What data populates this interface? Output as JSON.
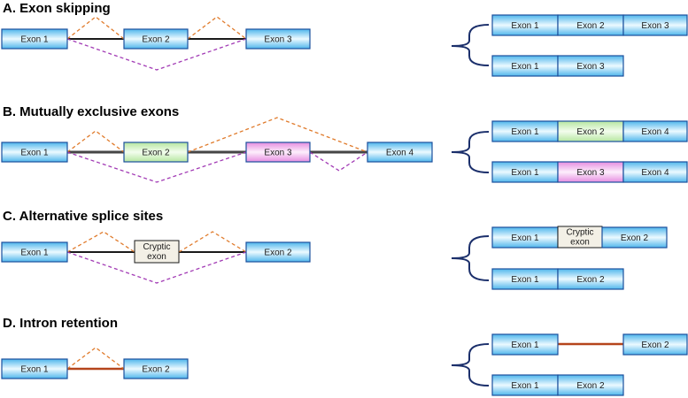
{
  "sections": [
    {
      "id": "A",
      "title": "A. Exon skipping"
    },
    {
      "id": "B",
      "title": "B. Mutually exclusive exons"
    },
    {
      "id": "C",
      "title": "C. Alternative splice sites"
    },
    {
      "id": "D",
      "title": "D. Intron retention"
    }
  ],
  "labels": {
    "exon1": "Exon 1",
    "exon2": "Exon 2",
    "exon3": "Exon 3",
    "exon4": "Exon 4",
    "cryptic_line1": "Cryptic",
    "cryptic_line2": "exon"
  },
  "colors": {
    "exon_blue": "#5cc8f2",
    "exon_green": "#c9efb8",
    "exon_pink": "#f0a9ec",
    "exon_cryptic": "#f3f0e6",
    "splice_orange": "#e07b2c",
    "splice_purple": "#a23bb5",
    "retained_intron": "#b5451b",
    "brace": "#1b2f6b"
  }
}
